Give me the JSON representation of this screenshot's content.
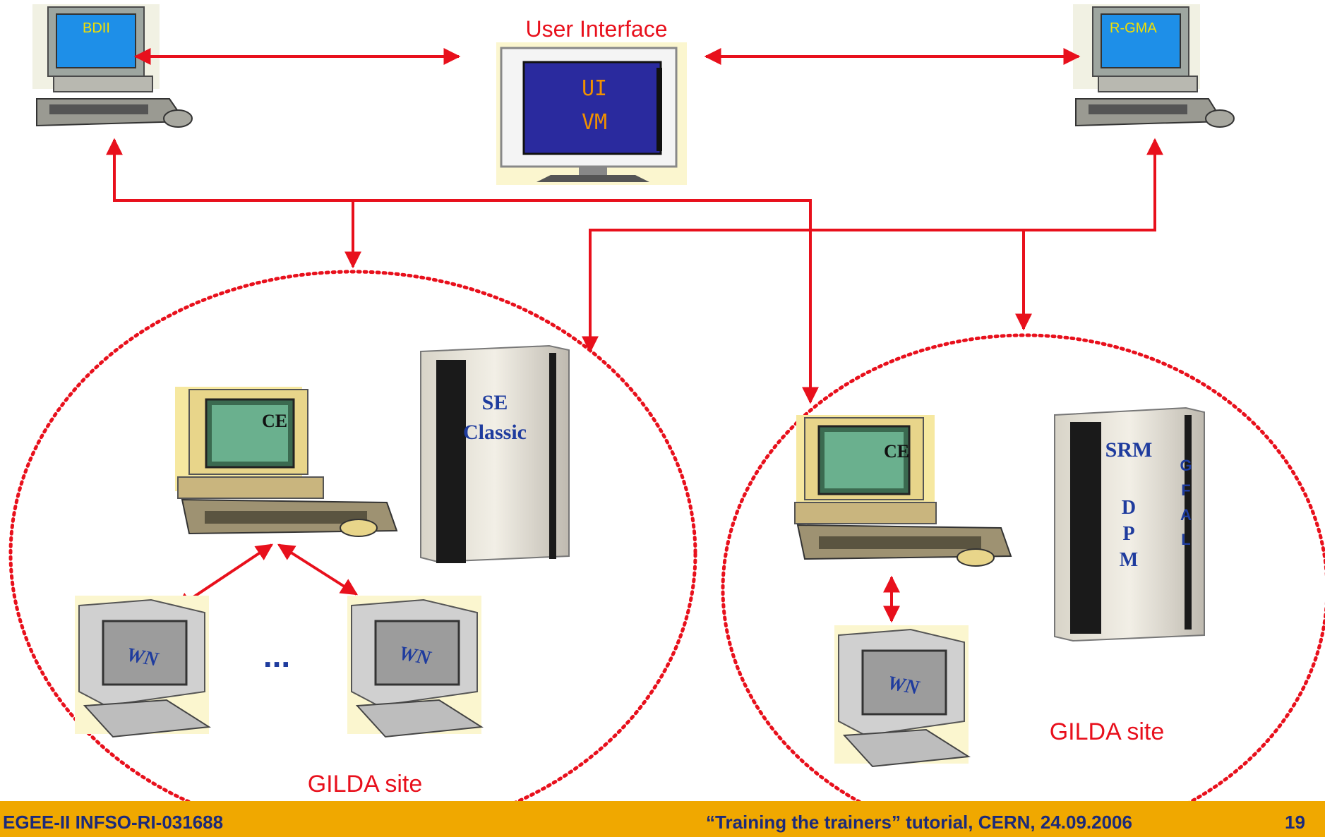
{
  "nodes": {
    "bdii": "BDII",
    "rgma": "R-GMA",
    "ui_title": "User Interface",
    "ui_line1": "UI",
    "ui_line2": "VM",
    "site1_ce": "CE",
    "site1_se_line1": "SE",
    "site1_se_line2": "Classic",
    "site1_wn_left": "WN",
    "site1_wn_right": "WN",
    "site1_dots": "...",
    "site1_name": "GILDA site",
    "site2_ce": "CE",
    "site2_srm": "SRM",
    "site2_dpm": [
      "D",
      "P",
      "M"
    ],
    "site2_gfal": [
      "G",
      "F",
      "A",
      "L"
    ],
    "site2_wn": "WN",
    "site2_name": "GILDA site"
  },
  "footer": {
    "left": "EGEE-II INFSO-RI-031688",
    "center": "“Training the trainers” tutorial, CERN, 24.09.2006",
    "page": "19"
  },
  "colors": {
    "arrow": "#e8101c",
    "footer_bar": "#f0a800",
    "footer_text": "#1c2a7a",
    "screen_blue": "#1e8fe8",
    "ui_screen": "#2a2a9e",
    "serif_label": "#1f3c9e"
  }
}
